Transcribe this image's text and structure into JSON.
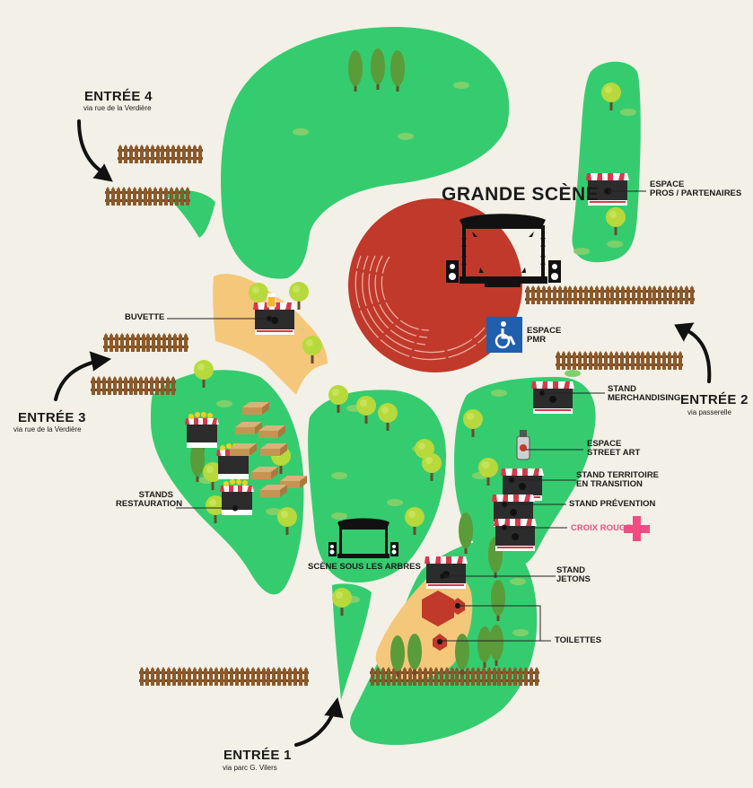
{
  "map": {
    "colors": {
      "background": "#f3f0e7",
      "grass": "#35cc6f",
      "sand": "#f5c77a",
      "stage_red": "#c0392b",
      "fence": "#7a4a24",
      "tree": "#b7d93c",
      "cypress": "#5a9b3a",
      "accessibility": "#1f5fae",
      "croix_rouge": "#f04e83"
    },
    "stages": {
      "grande_scene": "GRANDE SCÈNE",
      "scene_sous_les_arbres": "SCÈNE SOUS LES ARBRES"
    },
    "entrances": [
      {
        "title": "ENTRÉE 1",
        "via": "via parc G. Vilers"
      },
      {
        "title": "ENTRÉE 2",
        "via": "via passerelle"
      },
      {
        "title": "ENTRÉE 3",
        "via": "via rue de la Verdière"
      },
      {
        "title": "ENTRÉE 4",
        "via": "via rue de la Verdière"
      }
    ],
    "labels": {
      "buvette": "BUVETTE",
      "stands_restauration_1": "STANDS",
      "stands_restauration_2": "RESTAURATION",
      "espace_pros_1": "ESPACE",
      "espace_pros_2": "PROS / PARTENAIRES",
      "espace_pmr_1": "ESPACE",
      "espace_pmr_2": "PMR",
      "stand_merch_1": "STAND",
      "stand_merch_2": "MERCHANDISING",
      "street_art_1": "ESPACE",
      "street_art_2": "STREET ART",
      "territoire_1": "STAND TERRITOIRE",
      "territoire_2": "EN TRANSITION",
      "prevention": "STAND PRÉVENTION",
      "croix_rouge": "CROIX ROUGE",
      "jetons_1": "STAND",
      "jetons_2": "JETONS",
      "toilettes": "TOILETTES"
    },
    "icons": [
      "wheelchair-icon",
      "spray-can-icon",
      "red-cross-icon",
      "beer-icon",
      "speaker-icon"
    ]
  }
}
